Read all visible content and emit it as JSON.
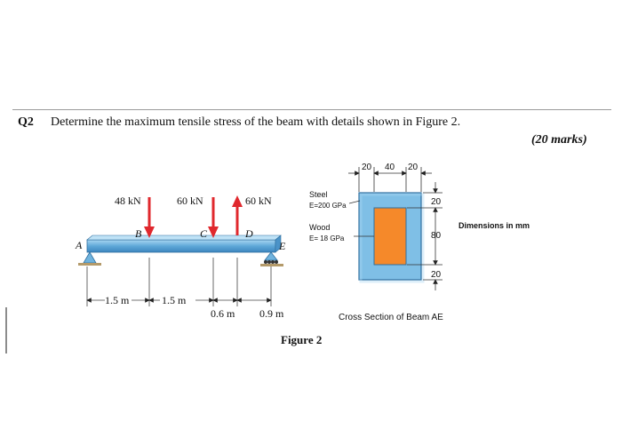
{
  "question": {
    "number": "Q2",
    "text": "Determine the maximum tensile stress of the beam with details shown in Figure 2.",
    "marks": "(20 marks)"
  },
  "beam": {
    "loads": [
      "48 kN",
      "60 kN",
      "60 kN"
    ],
    "points": [
      "A",
      "B",
      "C",
      "D",
      "E"
    ],
    "dims": [
      "1.5 m",
      "1.5 m",
      "0.6 m",
      "0.9 m"
    ]
  },
  "section": {
    "top_dims": [
      "20",
      "40",
      "20"
    ],
    "side_dims": [
      "20",
      "80",
      "20"
    ],
    "steel_label": "Steel",
    "steel_modulus": "E=200 GPa",
    "wood_label": "Wood",
    "wood_modulus": "E= 18 GPa",
    "units_note": "Dimensions in mm",
    "caption": "Cross Section of Beam AE"
  },
  "figure_caption": "Figure 2",
  "colors": {
    "load_arrow": "#e0282d",
    "beam_blue": "#5fa8d8",
    "steel_blue": "#7fbfe6",
    "wood_orange": "#f5892a",
    "support_blue": "#6fb3de"
  }
}
